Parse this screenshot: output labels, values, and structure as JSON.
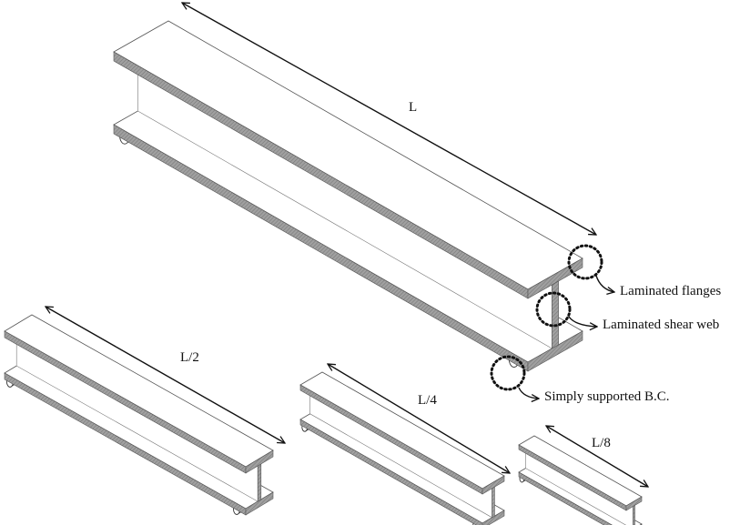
{
  "diagram": {
    "beams": [
      {
        "name": "full-length-beam",
        "length_label": "L"
      },
      {
        "name": "half-length-beam",
        "length_label": "L/2"
      },
      {
        "name": "quarter-length-beam",
        "length_label": "L/4"
      },
      {
        "name": "eighth-length-beam",
        "length_label": "L/8"
      }
    ],
    "callouts": {
      "flanges": "Laminated flanges",
      "web": "Laminated shear web",
      "support": "Simply supported B.C."
    },
    "colors": {
      "face": "#ffffff",
      "edge": "#8e8e8e",
      "stroke": "#333333"
    }
  }
}
